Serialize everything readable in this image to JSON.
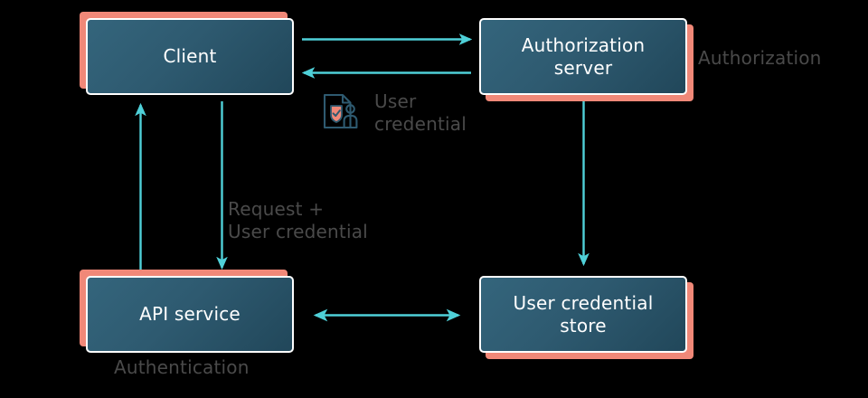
{
  "diagram": {
    "title": "OAuth / credential flow diagram",
    "background": "#000000",
    "colors": {
      "box_fill_light": "#34657c",
      "box_fill_dark": "#21475a",
      "box_border": "#ffffff",
      "box_shadow": "#f08878",
      "arrow": "#4fd0d8",
      "annotation_text": "#4a4a4a",
      "node_text": "#ffffff",
      "icon_outline": "#2e5a70",
      "icon_accent": "#f08878"
    }
  },
  "nodes": [
    {
      "id": "client",
      "label": "Client"
    },
    {
      "id": "auth-server",
      "label": "Authorization\nserver"
    },
    {
      "id": "api-service",
      "label": "API service"
    },
    {
      "id": "cred-store",
      "label": "User credential\nstore"
    }
  ],
  "annotations": {
    "authorization": "Authorization",
    "authentication": "Authentication",
    "request_cred": "Request +\nUser credential",
    "user_credential": "User\ncredential"
  },
  "icons": {
    "user_credential_icon": "user-credential-icon"
  },
  "edges": [
    {
      "id": "client-to-auth",
      "from": "client",
      "to": "auth-server",
      "direction": "right"
    },
    {
      "id": "auth-to-client",
      "from": "auth-server",
      "to": "client",
      "direction": "left"
    },
    {
      "id": "api-to-client",
      "from": "api-service",
      "to": "client",
      "direction": "up"
    },
    {
      "id": "client-to-api",
      "from": "client",
      "to": "api-service",
      "direction": "down"
    },
    {
      "id": "auth-to-store",
      "from": "auth-server",
      "to": "cred-store",
      "direction": "down"
    },
    {
      "id": "api-store-bidirectional",
      "from": "api-service",
      "to": "cred-store",
      "direction": "both"
    }
  ]
}
